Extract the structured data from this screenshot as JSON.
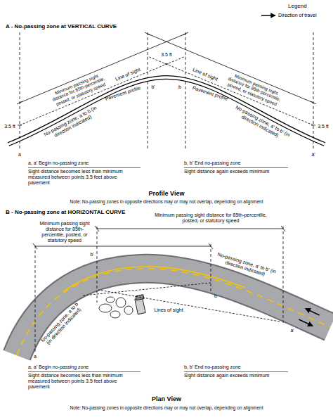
{
  "diagram": {
    "labels": [
      "Legend",
      "A - No-passing zone at VERTICAL CURVE",
      "Minimum passing sight distance for 85th-percentile, posted, or statutory speed",
      "Minimum passing sight distance for 85th-percentile, posted, or statutory speed",
      "3.5 ft",
      "Line of sight",
      "Line of sight",
      "Pavement profile",
      "Pavement profile",
      "3.5 ft",
      "3.5 ft",
      "b'",
      "b",
      "a",
      "a'",
      "No-passing zone, a to b (in direction indicated)",
      "No-passing zone, a' to b' (in direction indicated)",
      "a, a' Begin no-passing zone",
      "Sight distance becomes less than minimum measured between points 3.5 feet above pavement",
      "b, b' End no-passing zone",
      "Sight distance again exceeds minimum",
      "Profile View",
      "Note: No-passing zones in opposite directions may or may not overlap, depending on alignment",
      "B - No-passing zone at HORIZONTAL CURVE",
      "Minimum passing sight distance for 85th-percentile, posted, or statutory speed",
      "Minimum passing sight distance for 85th-percentile, posted, or statutory speed",
      "Lines of sight",
      "No-passing zone, a to b (in direction indicated)",
      "No-passing zone, a' to b' (in direction indicated)",
      "a",
      "b'",
      "b",
      "a'",
      "a, a' Begin no-passing zone",
      "Sight distance becomes less than minimum measured between points 3.5 feet above pavement",
      "b, b' End no-passing zone",
      "Sight distance again exceeds minimum",
      "Plan View",
      "Note: No-passing zones in opposite directions may or may not overlap, depending on alignment"
    ],
    "legend": [
      {
        "text": "Direction of travel"
      }
    ]
  }
}
